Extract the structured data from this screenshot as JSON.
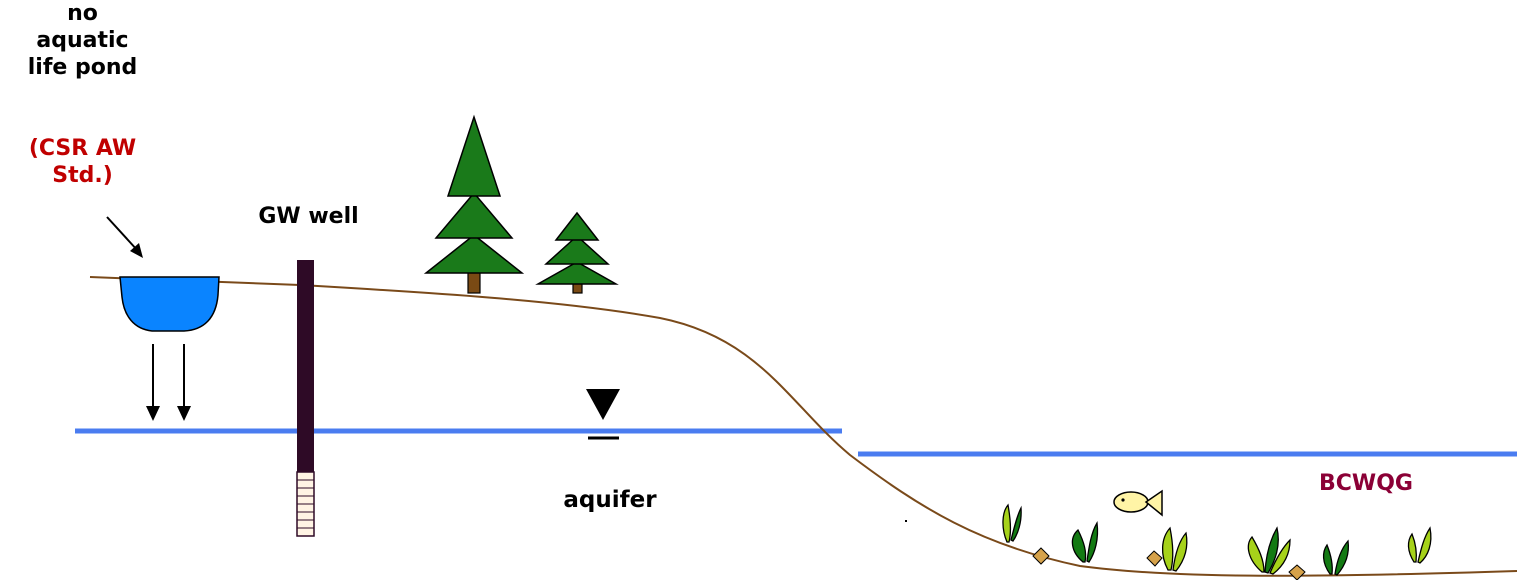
{
  "labels": {
    "pond_line1": "no",
    "pond_line2": "aquatic",
    "pond_line3": "life pond",
    "pond_std_line1": "(CSR AW",
    "pond_std_line2": "Std.)",
    "well": "GW well",
    "aquifer": "aquifer",
    "guideline": "BCWQG"
  },
  "colors": {
    "text": "#000000",
    "csr_std": "#c00000",
    "bcwqg": "#8b0036",
    "water_line": "#4a7cf0",
    "pond_fill": "#0a84ff",
    "ground": "#7a4a1a",
    "well_casing": "#2e0a26",
    "tree_green": "#1a7a1a",
    "tree_trunk": "#7a4a14",
    "plant_light": "#a6d21a",
    "plant_dark": "#137a13",
    "fish": "#fff4a6",
    "pebble": "#d6a24a"
  },
  "icons": [
    "arrow-icon",
    "water-table-symbol-icon",
    "tree-icon",
    "fish-icon",
    "aquatic-plant-icon",
    "pebble-icon"
  ]
}
